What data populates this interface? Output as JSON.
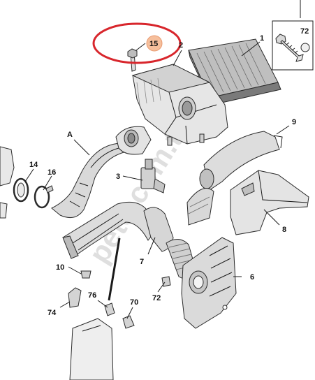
{
  "labels": {
    "l15": "15",
    "l2": "2",
    "l1": "1",
    "l72a": "72",
    "lA": "A",
    "l9": "9",
    "l14": "14",
    "l16": "16",
    "l3": "3",
    "l8": "8",
    "l7": "7",
    "l10": "10",
    "l6": "6",
    "l72b": "72",
    "l74": "74",
    "l76": "76",
    "l70": "70"
  },
  "watermark": "peto.com.tr",
  "colors": {
    "highlight_circle": "#d8262c",
    "badge_fill": "#f6bf9c"
  }
}
